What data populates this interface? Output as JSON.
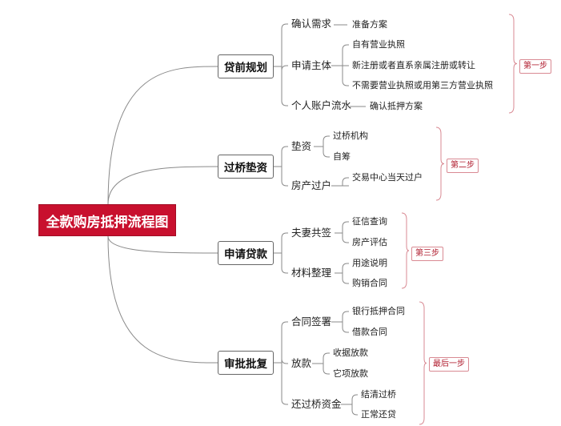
{
  "title": "全款购房抵押流程图",
  "branches": [
    {
      "label": "贷前规划",
      "items": [
        {
          "label": "确认需求",
          "children": [
            "准备方案"
          ]
        },
        {
          "label": "申请主体",
          "children": [
            "自有营业执照",
            "新注册或者直系亲属注册或转让",
            "不需要营业执照或用第三方营业执照"
          ]
        },
        {
          "label": "个人账户流水",
          "children": [
            "确认抵押方案"
          ]
        }
      ],
      "step": "第一步"
    },
    {
      "label": "过桥垫资",
      "items": [
        {
          "label": "垫资",
          "children": [
            "过桥机构",
            "自筹"
          ]
        },
        {
          "label": "房产过户",
          "children": [
            "交易中心当天过户"
          ]
        }
      ],
      "step": "第二步"
    },
    {
      "label": "申请贷款",
      "items": [
        {
          "label": "夫妻共签",
          "children": [
            "征信查询",
            "房产评估"
          ]
        },
        {
          "label": "材料整理",
          "children": [
            "用途说明",
            "购销合同"
          ]
        }
      ],
      "step": "第三步"
    },
    {
      "label": "审批批复",
      "items": [
        {
          "label": "合同签署",
          "children": [
            "银行抵押合同",
            "借款合同"
          ]
        },
        {
          "label": "放款",
          "children": [
            "收据放款",
            "它项放款"
          ]
        },
        {
          "label": "还过桥资金",
          "children": [
            "结清过桥",
            "正常还贷"
          ]
        }
      ],
      "step": "最后一步"
    }
  ],
  "colors": {
    "root_fill": "#c8102e",
    "line": "#8a8a8a",
    "bracket": "#d98a93",
    "step_text": "#b01c2e"
  }
}
